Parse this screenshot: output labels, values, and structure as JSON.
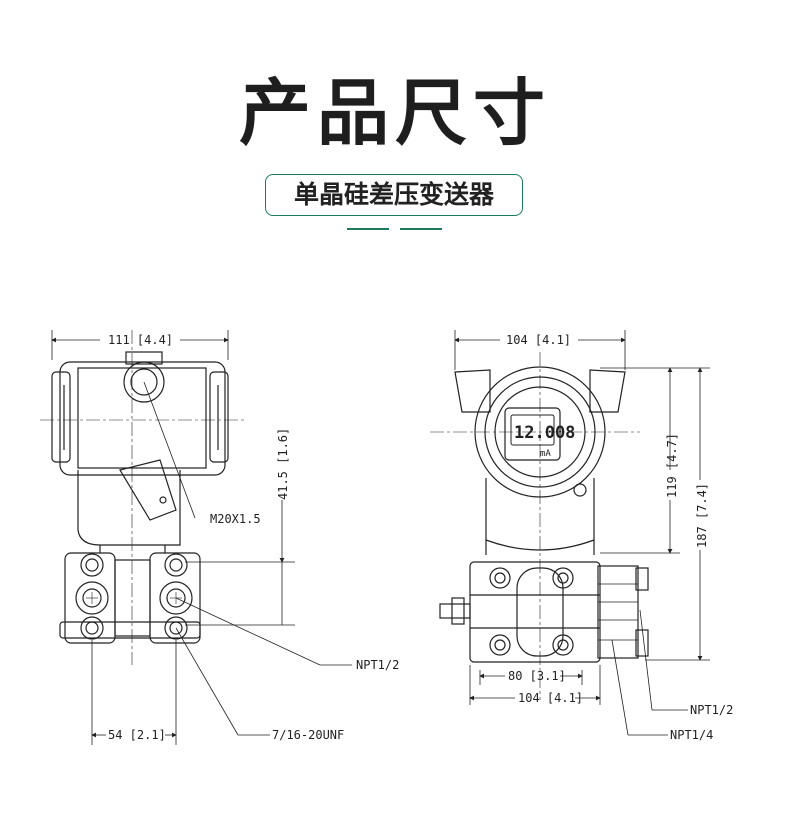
{
  "header": {
    "title": "产品尺寸",
    "subtitle": "单晶硅差压变送器",
    "accent_color": "#1d7a5c"
  },
  "left_view": {
    "width_dim": "111 [4.4]",
    "height_dim": "41.5 [1.6]",
    "thread_label": "M20X1.5",
    "port_label": "NPT1/2",
    "spacing_dim": "54 [2.1]",
    "bolt_label": "7/16-20UNF"
  },
  "right_view": {
    "width_dim": "104 [4.1]",
    "height_dim_1": "119 [4.7]",
    "height_dim_2": "187 [7.4]",
    "display_value": "12.008",
    "display_unit": "mA",
    "flange_dim": "80 [3.1]",
    "base_width_dim": "104 [4.1]",
    "port_label_1": "NPT1/2",
    "port_label_2": "NPT1/4"
  }
}
